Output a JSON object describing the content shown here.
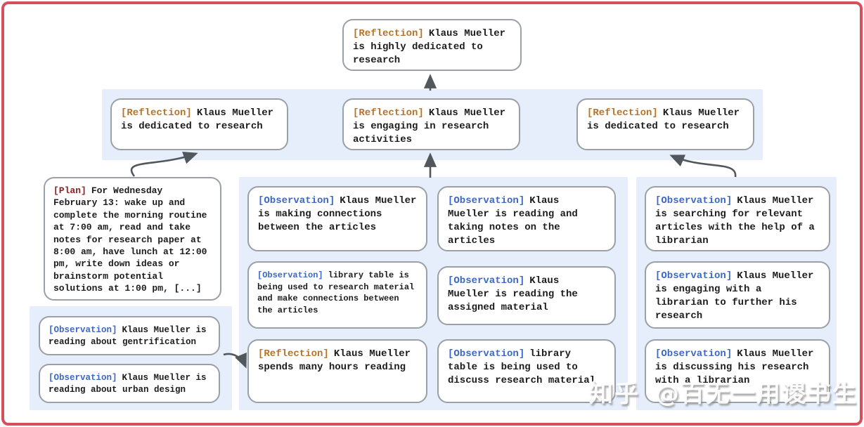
{
  "colors": {
    "background": "#ffffff",
    "frame_border": "#d5505d",
    "panel_bg": "#e5eefa",
    "box_border": "#9aa0a6",
    "text": "#1c1c1c",
    "reflection": "#b5742c",
    "observation": "#3b68c5",
    "plan": "#8f1d1d",
    "arrow": "#52575d"
  },
  "nodes": {
    "top": {
      "tag": "[Reflection]",
      "text": "Klaus Mueller is highly dedicated to research"
    },
    "row2": [
      {
        "tag": "[Reflection]",
        "text": "Klaus Mueller is dedicated to research"
      },
      {
        "tag": "[Reflection]",
        "text": "Klaus Mueller is engaging in research activities"
      },
      {
        "tag": "[Reflection]",
        "text": "Klaus Mueller is dedicated to research"
      }
    ],
    "plan": {
      "tag": "[Plan]",
      "text": "For Wednesday February 13: wake up and complete the morning routine at 7:00 am, read and take notes for research paper at 8:00 am, have lunch at 12:00 pm, write down ideas or brainstorm potential solutions at 1:00 pm, [...]"
    },
    "left_observations": [
      {
        "tag": "[Observation]",
        "text": "Klaus Mueller is reading about gentrification"
      },
      {
        "tag": "[Observation]",
        "text": "Klaus Mueller is reading about urban design"
      }
    ],
    "middle_col1": [
      {
        "tag": "[Observation]",
        "text": "Klaus Mueller is making connections between the articles"
      },
      {
        "tag": "[Observation]",
        "text": "library table is being used to research material and make connections between the articles"
      },
      {
        "tag": "[Reflection]",
        "text": "Klaus Mueller spends many hours reading"
      }
    ],
    "middle_col2": [
      {
        "tag": "[Observation]",
        "text": "Klaus Mueller is reading and taking notes on the articles"
      },
      {
        "tag": "[Observation]",
        "text": "Klaus Mueller is reading the assigned material"
      },
      {
        "tag": "[Observation]",
        "text": "library table is being used to discuss research material"
      }
    ],
    "right_col": [
      {
        "tag": "[Observation]",
        "text": "Klaus Mueller is searching for relevant articles with the help of a librarian"
      },
      {
        "tag": "[Observation]",
        "text": "Klaus Mueller is engaging with a librarian to further his research"
      },
      {
        "tag": "[Observation]",
        "text": "Klaus Mueller is discussing his research with a librarian"
      }
    ]
  },
  "watermark": {
    "site": "知乎",
    "user": "@百无一用谡书生"
  }
}
